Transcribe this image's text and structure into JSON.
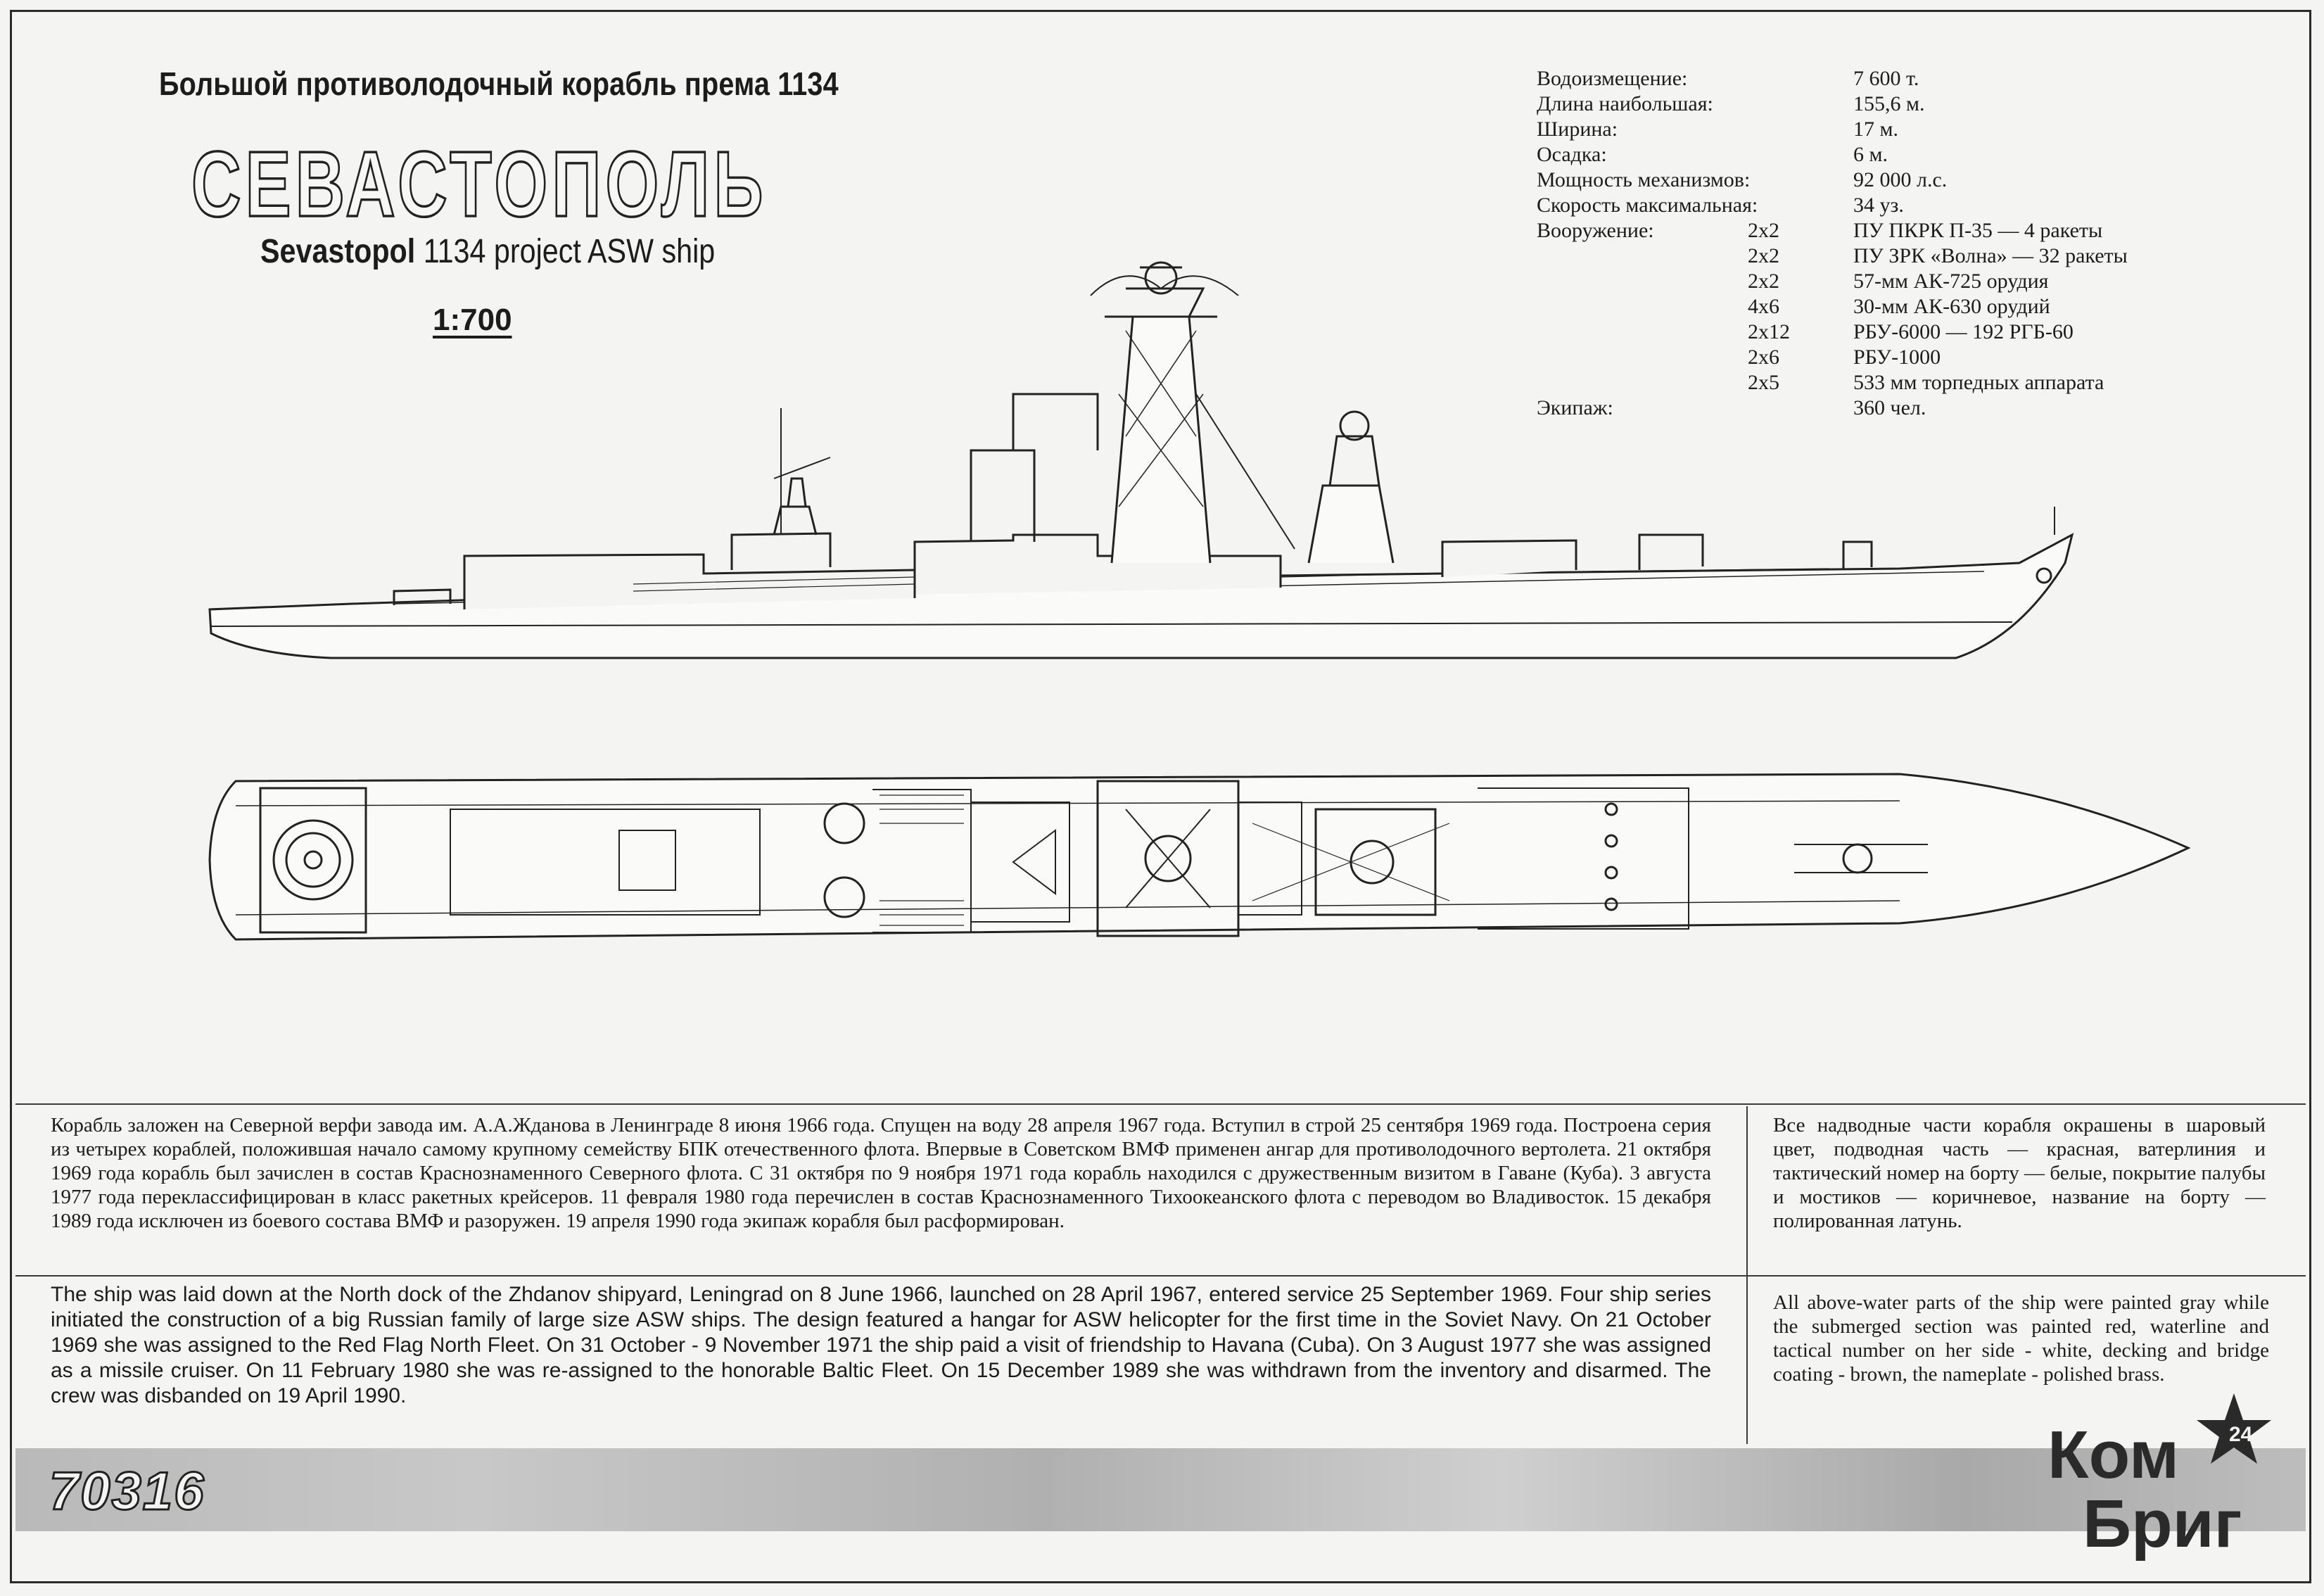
{
  "header": {
    "subtitle_ru": "Большой противолодочный корабль према 1134",
    "ship_name": "СЕВАСТОПОЛЬ",
    "subtitle_en_name": "Sevastopol",
    "subtitle_en_rest": " 1134 project ASW ship",
    "scale": "1:700"
  },
  "specs": {
    "rows": [
      {
        "label": "Водоизмещение:",
        "value": "7 600 т."
      },
      {
        "label": "Длина наибольшая:",
        "value": "155,6 м."
      },
      {
        "label": "Ширина:",
        "value": "17 м."
      },
      {
        "label": "Осадка:",
        "value": "6 м."
      },
      {
        "label": "Мощность механизмов:",
        "value": "92 000 л.с."
      },
      {
        "label": "Скорость максимальная:",
        "value": "34 уз."
      }
    ],
    "weapons_label": "Вооружение:",
    "weapons": [
      {
        "qty": "2x2",
        "value": "ПУ ПКРК П-35 — 4 ракеты"
      },
      {
        "qty": "2x2",
        "value": "ПУ ЗРК «Волна» — 32 ракеты"
      },
      {
        "qty": "2x2",
        "value": "57-мм АК-725 орудия"
      },
      {
        "qty": "4x6",
        "value": "30-мм АК-630 орудий"
      },
      {
        "qty": "2x12",
        "value": "РБУ-6000 — 192 РГБ-60"
      },
      {
        "qty": "2x6",
        "value": "РБУ-1000"
      },
      {
        "qty": "2x5",
        "value": "533 мм торпедных аппарата"
      }
    ],
    "crew_label": "Экипаж:",
    "crew_value": "360 чел."
  },
  "text": {
    "ru_main": "Корабль заложен на Северной верфи завода им. А.А.Жданова в Ленинграде 8 июня 1966 года. Спущен на воду 28 апреля 1967 года. Вступил в строй 25 сентября 1969 года. Построена серия из четырех кораблей, положившая начало самому крупному семейству БПК отечественного флота. Впервые в Советском ВМФ применен ангар для противолодочного вертолета. 21 октября 1969 года корабль был зачислен в состав Краснознаменного Северного флота. С 31 октября по 9 ноября 1971 года корабль находился с дружественным визитом в Гаване (Куба). 3 августа 1977 года переклассифицирован в класс ракетных крейсеров. 11 февраля 1980 года перечислен в состав Краснознаменного Тихоокеанского флота с переводом во Владивосток. 15 декабря 1989 года исключен из боевого состава ВМФ и разоружен. 19 апреля 1990 года экипаж корабля был расформирован.",
    "ru_side": "Все надводные части корабля окрашены в шаровый цвет, подводная часть — красная, ватерлиния и тактический номер на борту — белые, покрытие палубы и мостиков — коричневое, название на борту — полированная латунь.",
    "en_main": "The ship was laid down at the North dock of the Zhdanov shipyard, Leningrad on 8 June 1966, launched on 28 April 1967, entered service 25 September 1969. Four ship series initiated the construction of a big Russian family of large size ASW ships. The design featured a hangar for ASW helicopter for the first time in the Soviet Navy. On 21 October 1969 she was assigned to the Red Flag North Fleet. On 31 October - 9 November 1971 the ship paid a visit of friendship to Havana (Cuba). On 3 August 1977 she was assigned as a missile cruiser. On 11 February 1980 she was re-assigned to the honorable Baltic Fleet. On 15 December 1989 she was withdrawn from the inventory and disarmed. The crew was disbanded on 19 April 1990.",
    "en_side": "All above-water parts of the ship were painted gray while the submerged section was painted red, waterline and tactical number on her side - white, decking and bridge coating - brown, the nameplate - polished brass."
  },
  "footer": {
    "catalog_number": "70316",
    "logo_top": "Ком",
    "logo_bottom": "Бриг",
    "logo_mark": "24"
  }
}
